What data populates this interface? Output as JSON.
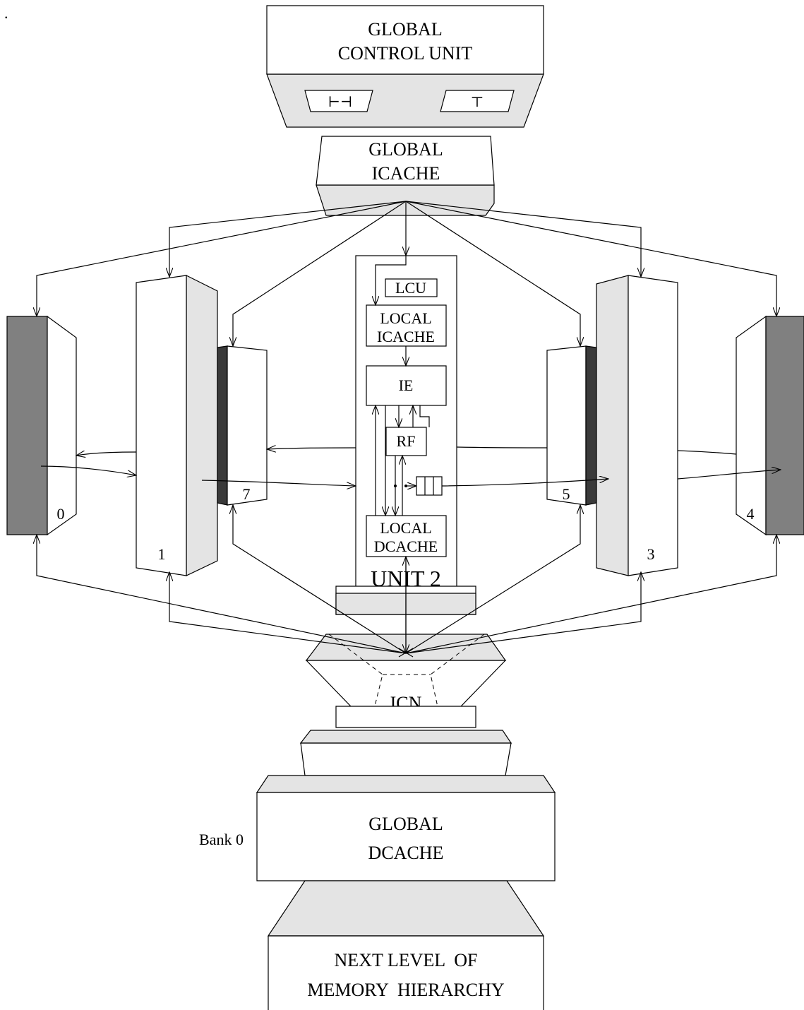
{
  "dot": ".",
  "global_control": {
    "line1": "GLOBAL",
    "line2": "CONTROL UNIT",
    "symbol_left": "⊢⊣",
    "symbol_right": "⊤"
  },
  "global_icache": {
    "line1": "GLOBAL",
    "line2": "ICACHE"
  },
  "unit2": {
    "lcu": "LCU",
    "local_icache": {
      "line1": "LOCAL",
      "line2": "ICACHE"
    },
    "ie": "IE",
    "rf": "RF",
    "local_dcache": {
      "line1": "LOCAL",
      "line2": "DCACHE"
    },
    "label": "UNIT  2"
  },
  "units": {
    "u0": "0",
    "u1": "1",
    "u3": "3",
    "u4": "4",
    "u5": "5",
    "u7": "7"
  },
  "icn": "ICN",
  "bank": "Bank 0",
  "global_dcache": {
    "line1": "GLOBAL",
    "line2": "DCACHE"
  },
  "next_level": {
    "line1": "NEXT LEVEL  OF",
    "line2": "MEMORY  HIERARCHY"
  },
  "colors": {
    "light": "#e4e4e4",
    "dark": "#808080",
    "black": "#3a3a3a"
  }
}
